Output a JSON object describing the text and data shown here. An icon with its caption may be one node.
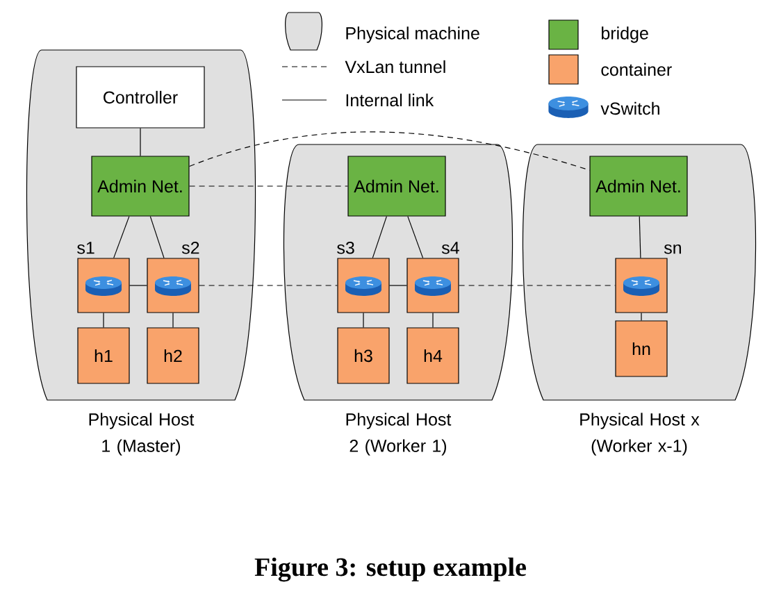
{
  "diagram": {
    "caption": "Figure 3: setup example",
    "nodes": [
      {
        "text": [
          "Physical Host 1 (Master)"
        ]
      },
      {
        "text": [
          "Controller"
        ],
        "in": 0
      },
      {
        "text": [
          "Admin Net."
        ],
        "in": 0
      },
      {
        "text": [
          "s1"
        ],
        "in": 0
      },
      {
        "text": [
          "s2"
        ],
        "in": 0
      },
      {
        "text": [
          "h1"
        ],
        "in": 0
      },
      {
        "text": [
          "h2"
        ],
        "in": 0
      },
      {
        "text": [
          "Physical Host 2 (Worker 1)"
        ]
      },
      {
        "text": [
          "Admin Net."
        ],
        "in": 7
      },
      {
        "text": [
          "s3"
        ],
        "in": 7
      },
      {
        "text": [
          "s4"
        ],
        "in": 7
      },
      {
        "text": [
          "h3"
        ],
        "in": 7
      },
      {
        "text": [
          "h4"
        ],
        "in": 7
      },
      {
        "text": [
          "Physical Host x (Worker x-1)"
        ]
      },
      {
        "text": [
          "Admin Net."
        ],
        "in": 13
      },
      {
        "text": [
          "sn"
        ],
        "in": 13
      },
      {
        "text": [
          "hn"
        ],
        "in": 13
      }
    ],
    "edges": [
      {
        "from": 1,
        "to": 2,
        "arrow": "none"
      },
      {
        "from": 2,
        "to": 3,
        "arrow": "none"
      },
      {
        "from": 2,
        "to": 4,
        "arrow": "none"
      },
      {
        "from": 3,
        "to": 4,
        "arrow": "none"
      },
      {
        "from": 3,
        "to": 5,
        "arrow": "none"
      },
      {
        "from": 4,
        "to": 6,
        "arrow": "none"
      },
      {
        "from": 2,
        "to": 8,
        "arrow": "none",
        "style": "dashed"
      },
      {
        "from": 2,
        "to": 14,
        "arrow": "none",
        "style": "dashed"
      },
      {
        "from": 4,
        "to": 9,
        "arrow": "none",
        "style": "dashed"
      },
      {
        "from": 8,
        "to": 9,
        "arrow": "none"
      },
      {
        "from": 8,
        "to": 10,
        "arrow": "none"
      },
      {
        "from": 9,
        "to": 10,
        "arrow": "none"
      },
      {
        "from": 9,
        "to": 11,
        "arrow": "none"
      },
      {
        "from": 10,
        "to": 12,
        "arrow": "none"
      },
      {
        "from": 10,
        "to": 15,
        "arrow": "none",
        "style": "dashed"
      },
      {
        "from": 14,
        "to": 15,
        "arrow": "none"
      },
      {
        "from": 15,
        "to": 16,
        "arrow": "none"
      }
    ],
    "legend": [
      {
        "text": "Physical machine"
      },
      {
        "text": "VxLan tunnel"
      },
      {
        "text": "Internal link"
      },
      {
        "text": "bridge",
        "color": "#6ab344"
      },
      {
        "text": "container",
        "color": "#f9a36b"
      },
      {
        "text": "vSwitch"
      }
    ]
  }
}
